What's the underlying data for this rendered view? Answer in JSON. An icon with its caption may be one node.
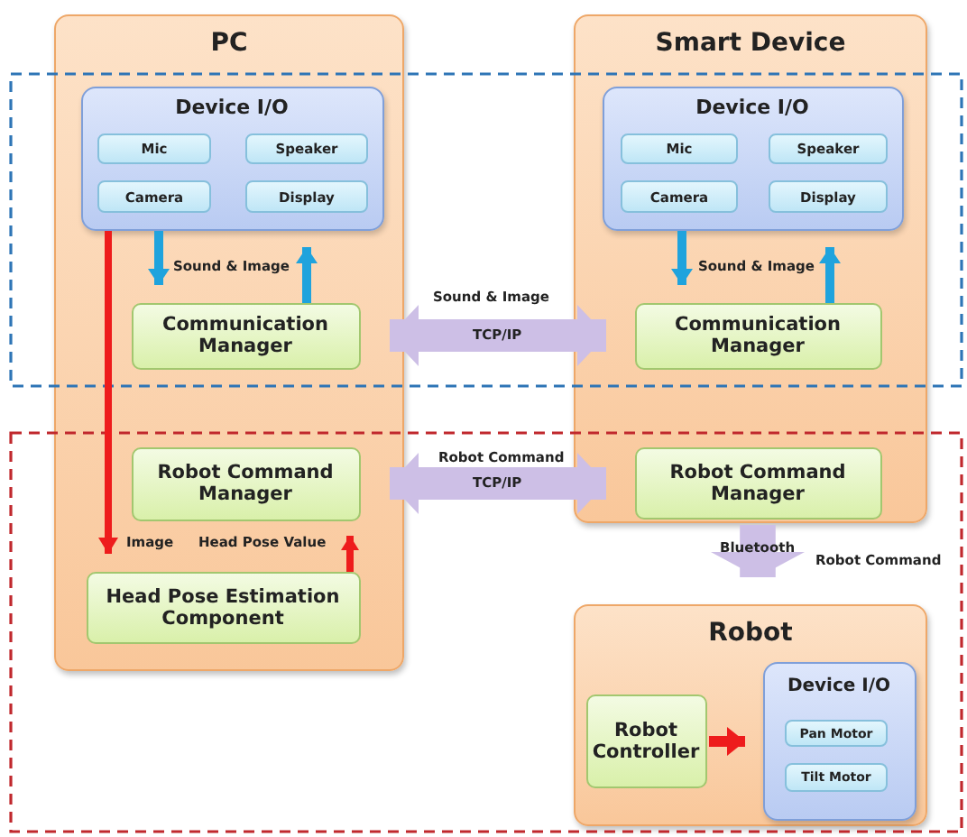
{
  "diagram": {
    "nodes": [
      {
        "text": [
          "PC"
        ]
      },
      {
        "text": [
          "Device I/O"
        ],
        "in": 0
      },
      {
        "text": [
          "Mic"
        ],
        "in": 1
      },
      {
        "text": [
          "Speaker"
        ],
        "in": 1
      },
      {
        "text": [
          "Camera"
        ],
        "in": 1
      },
      {
        "text": [
          "Display"
        ],
        "in": 1
      },
      {
        "text": [
          "Communication Manager"
        ],
        "in": 0
      },
      {
        "text": [
          "Robot Command Manager"
        ],
        "in": 0
      },
      {
        "text": [
          "Head Pose Estimation Component"
        ],
        "in": 0
      },
      {
        "text": [
          "Smart Device"
        ]
      },
      {
        "text": [
          "Device I/O"
        ],
        "in": 9
      },
      {
        "text": [
          "Mic"
        ],
        "in": 10
      },
      {
        "text": [
          "Speaker"
        ],
        "in": 10
      },
      {
        "text": [
          "Camera"
        ],
        "in": 10
      },
      {
        "text": [
          "Display"
        ],
        "in": 10
      },
      {
        "text": [
          "Communication Manager"
        ],
        "in": 9
      },
      {
        "text": [
          "Robot Command Manager"
        ],
        "in": 9
      },
      {
        "text": [
          "Robot"
        ]
      },
      {
        "text": [
          "Robot Controller"
        ],
        "in": 17
      },
      {
        "text": [
          "Device I/O"
        ],
        "in": 17
      },
      {
        "text": [
          "Pan Motor"
        ],
        "in": 19
      },
      {
        "text": [
          "Tilt Motor"
        ],
        "in": 19
      }
    ],
    "edges": [
      {
        "from": 1,
        "to": 6,
        "arrow": "to",
        "label": "Sound & Image",
        "color": "#1fa3dd"
      },
      {
        "from": 6,
        "to": 1,
        "arrow": "to",
        "color": "#1fa3dd"
      },
      {
        "from": 6,
        "to": 15,
        "arrow": "both",
        "label": "Sound & Image",
        "style": "thick",
        "color": "#cdbfe6"
      },
      {
        "from": 10,
        "to": 15,
        "arrow": "to",
        "label": "Sound & Image",
        "color": "#1fa3dd"
      },
      {
        "from": 15,
        "to": 10,
        "arrow": "to",
        "color": "#1fa3dd"
      },
      {
        "from": 7,
        "to": 16,
        "arrow": "both",
        "label": "Robot Command",
        "style": "thick",
        "color": "#cdbfe6"
      },
      {
        "from": 1,
        "to": 8,
        "arrow": "to",
        "label": "Image",
        "color": "#ee1c1c"
      },
      {
        "from": 8,
        "to": 7,
        "arrow": "to",
        "label": "Head Pose Value",
        "color": "#ee1c1c"
      },
      {
        "from": 9,
        "to": 17,
        "arrow": "to",
        "label": "Robot Command",
        "style": "thick",
        "color": "#cdbfe6"
      },
      {
        "from": 18,
        "to": 19,
        "arrow": "to",
        "color": "#ee1c1c"
      }
    ],
    "labels": [
      "TCP/IP",
      "TCP/IP",
      "Bluetooth"
    ]
  }
}
